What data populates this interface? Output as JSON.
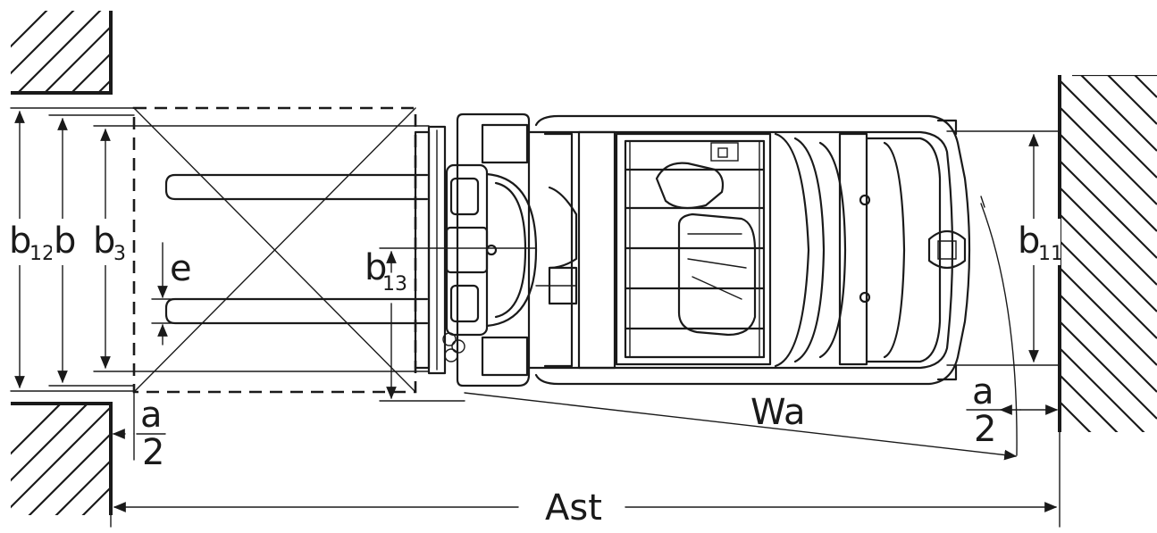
{
  "labels": {
    "b12_main": "b",
    "b12_sub": "12",
    "b": "b",
    "b3_main": "b",
    "b3_sub": "3",
    "e": "e",
    "b13_main": "b",
    "b13_sub": "13",
    "b11_main": "b",
    "b11_sub": "11",
    "a_left_num": "a",
    "a_left_den": "2",
    "a_right_num": "a",
    "a_right_den": "2",
    "wa": "Wa",
    "ast": "Ast"
  }
}
